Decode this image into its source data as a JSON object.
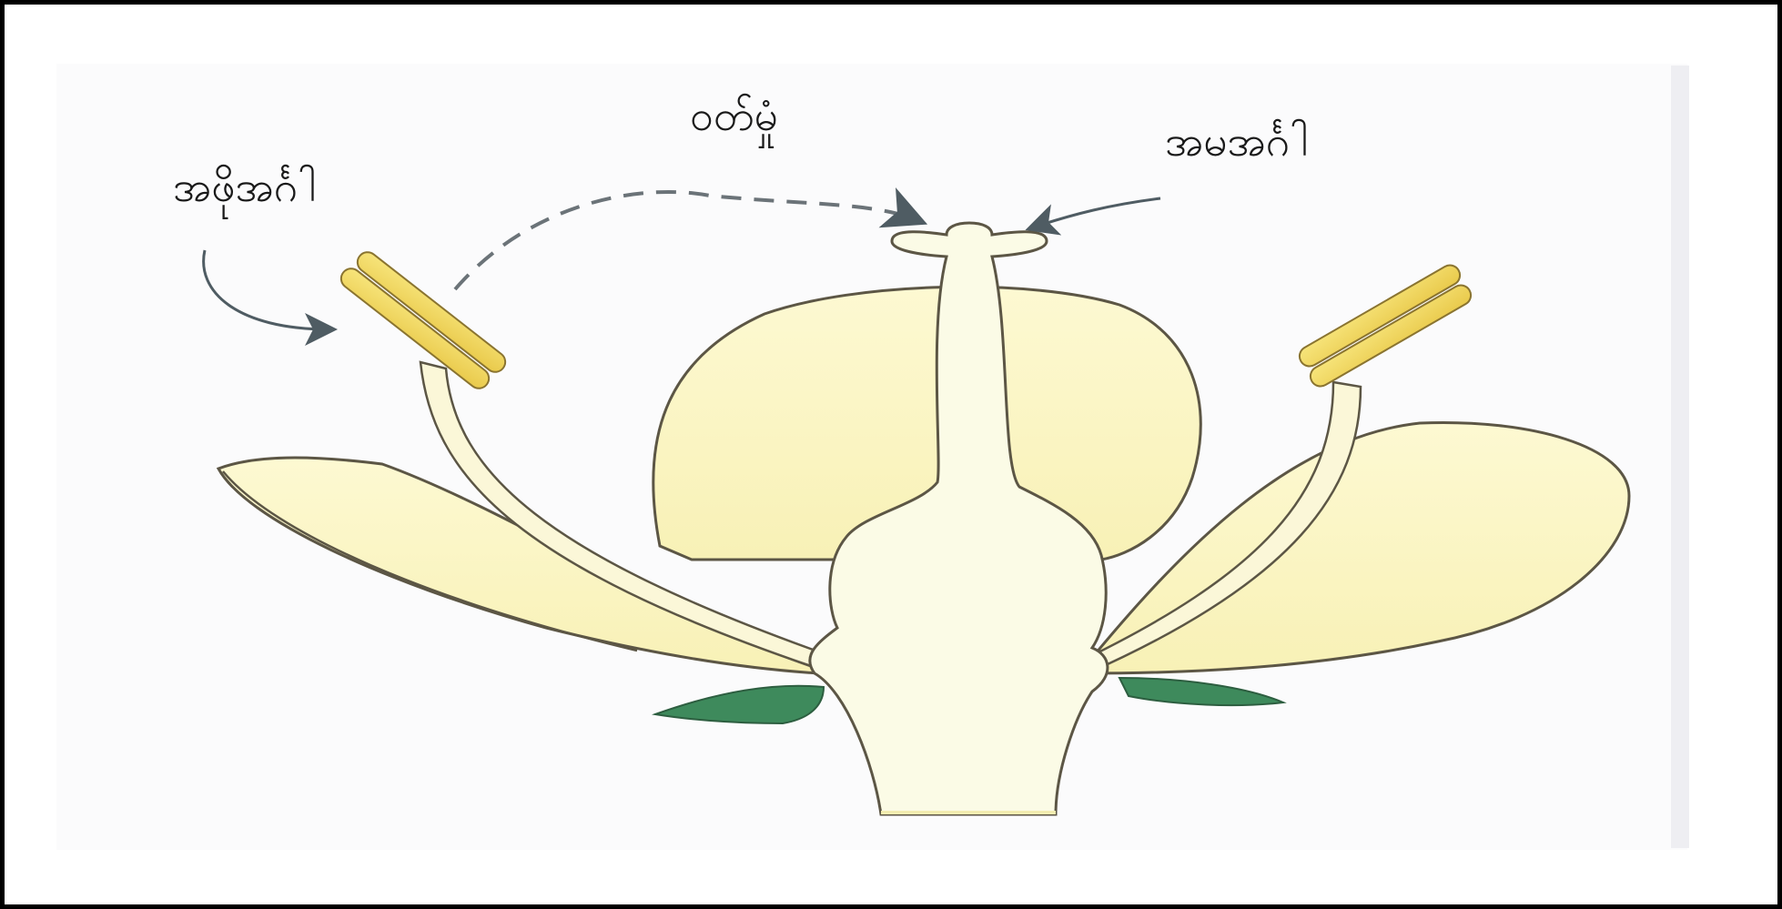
{
  "labels": {
    "stamen": "အဖိုအင်္ဂါ",
    "pollination": "ဝတ်မှုံ",
    "pistil": "အမအင်္ဂါ"
  },
  "colors": {
    "frame_border": "#000000",
    "petal_fill": "#fbf6c2",
    "petal_outline": "#5c5645",
    "anther_fill": "#f0d75a",
    "sepal_fill": "#3e8a5c",
    "arrow": "#4f5c63"
  }
}
